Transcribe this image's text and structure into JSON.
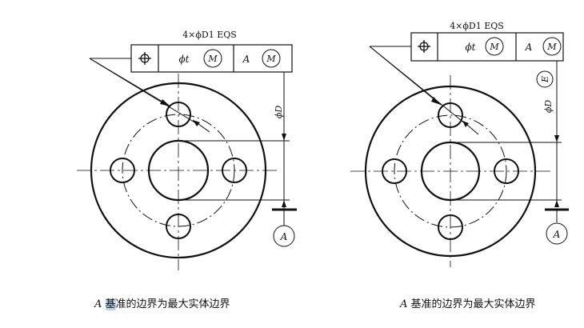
{
  "figures": [
    {
      "id": "left",
      "frame_header": "4×ϕD1   EQS",
      "frame_cells": [
        "⌖",
        "ϕt",
        "M",
        "A",
        "M"
      ],
      "dimension_label": "ϕD",
      "extra_modifier": "",
      "datum_label": "A",
      "caption_letter": "A",
      "caption_highlight": "基",
      "caption_rest": "准的边界为最大实体边界"
    },
    {
      "id": "right",
      "frame_header": "4×ϕD1   EQS",
      "frame_cells": [
        "⌖",
        "ϕt",
        "M",
        "A",
        "M"
      ],
      "dimension_label": "ϕD",
      "extra_modifier": "E",
      "datum_label": "A",
      "caption_letter": "A",
      "caption_highlight": "",
      "caption_rest": "基准的边界为最大实体边界"
    }
  ]
}
